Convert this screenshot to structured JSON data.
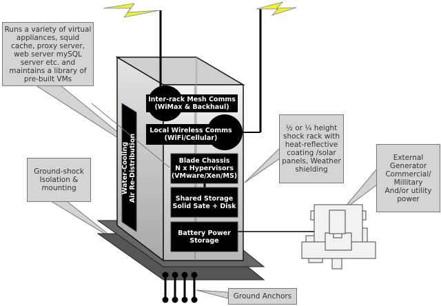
{
  "components": {
    "inter_rack": "Inter-rack Mesh Comms\n(WiMax & Backhaul)",
    "local_wireless": "Local Wireless Comms\n(WiFi/Cellular)",
    "blade": "Blade Chassis\nN x Hypervisors\n(VMware/Xen/MS)",
    "storage": "Shared Storage\nSolid Sate + Disk",
    "battery": "Battery Power\nStorage",
    "cooling": "Water-Cooling\nAir Re-Distribution"
  },
  "callouts": {
    "virtual": "Runs a variety of virtual appliances, squid cache, proxy server, web server mySQL server etc. and maintains a library of pre-built VMs",
    "ground_shock": "Ground-shock Isolation & mounting",
    "ground_anchors": "Ground Anchors",
    "rack": "½ or ¼ height shock rack with heat-reflective coating /solar panels, Weather shielding",
    "generator": "External Generator Commercial/ Millitary And/or utility power"
  },
  "colors": {
    "lightning": "#f5f01e",
    "callout_fill": "#d4d4d4",
    "label_fill": "#000000",
    "plate": "#555555"
  }
}
